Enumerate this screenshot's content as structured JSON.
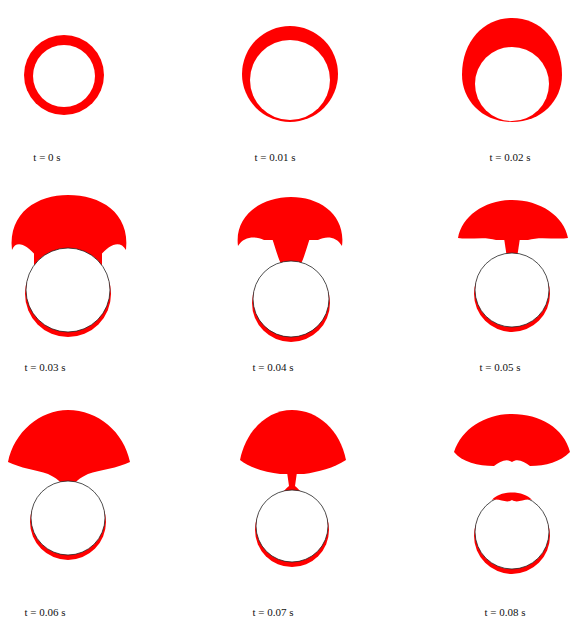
{
  "diagram": {
    "labels": [
      "t = 0 s",
      "t = 0.01 s",
      "t = 0.02 s",
      "t = 0.03 s",
      "t = 0.04 s",
      "t = 0.05 s",
      "t = 0.06 s",
      "t = 0.07 s",
      "t = 0.08 s"
    ]
  }
}
